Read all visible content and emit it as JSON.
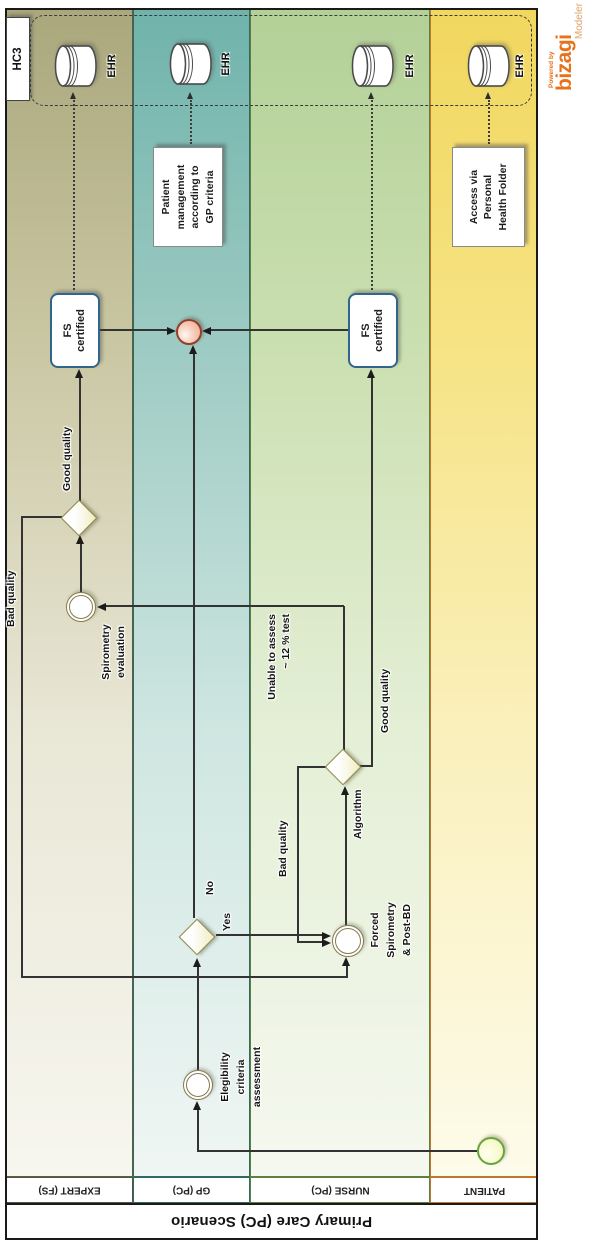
{
  "pool": {
    "title": "Primary Care (PC) Scenario"
  },
  "lanes": [
    {
      "label": "EXPERT (FS)"
    },
    {
      "label": "GP (PC)"
    },
    {
      "label": "NURSE (PC)"
    },
    {
      "label": "PATIENT"
    }
  ],
  "group": {
    "label": "HC3"
  },
  "tasks": {
    "fs_expert": {
      "lines": [
        "FS",
        "certified"
      ]
    },
    "fs_nurse": {
      "lines": [
        "FS",
        "certified"
      ]
    }
  },
  "events": {
    "elegibility": {
      "lines": [
        "Elegibility",
        "criteria",
        "assessment"
      ]
    },
    "forced": {
      "lines": [
        "Forced",
        "Spirometry",
        "& Post-BD"
      ]
    },
    "spirometry": {
      "lines": [
        "Spirometry",
        "evaluation"
      ]
    }
  },
  "flow_labels": {
    "good_expert": "Good quality",
    "bad_expert": "Bad quality",
    "yes": "Yes",
    "no": "No",
    "algorithm": "Algorithm",
    "bad_nurse": "Bad quality",
    "unable_line1": "Unable to assess",
    "unable_line2": "~ 12 % test",
    "good_nurse": "Good quality"
  },
  "annotations": {
    "patient_mgmt": {
      "lines": [
        "Patient",
        "management",
        "according to",
        "GP criteria"
      ]
    },
    "access": {
      "lines": [
        "Access via",
        "Personal",
        "Health Folder"
      ]
    }
  },
  "datastores": {
    "expert": "EHR",
    "gp": "EHR",
    "nurse": "EHR",
    "patient": "EHR"
  },
  "logo": {
    "powered": "Powered by",
    "brand": "bizagi",
    "product": "Modeler"
  },
  "colors": {
    "expert_lane_dark": "#aaa77c",
    "gp_lane_dark": "#6fb3ab",
    "nurse_lane_dark": "#b3d097",
    "patient_lane_dark": "#f1d75e",
    "task_border": "#31658c",
    "gateway_border": "#8f8a45",
    "end_event_fill": "#eda88e",
    "start_event_border": "#68a43d",
    "logo_orange": "#e8721c"
  }
}
